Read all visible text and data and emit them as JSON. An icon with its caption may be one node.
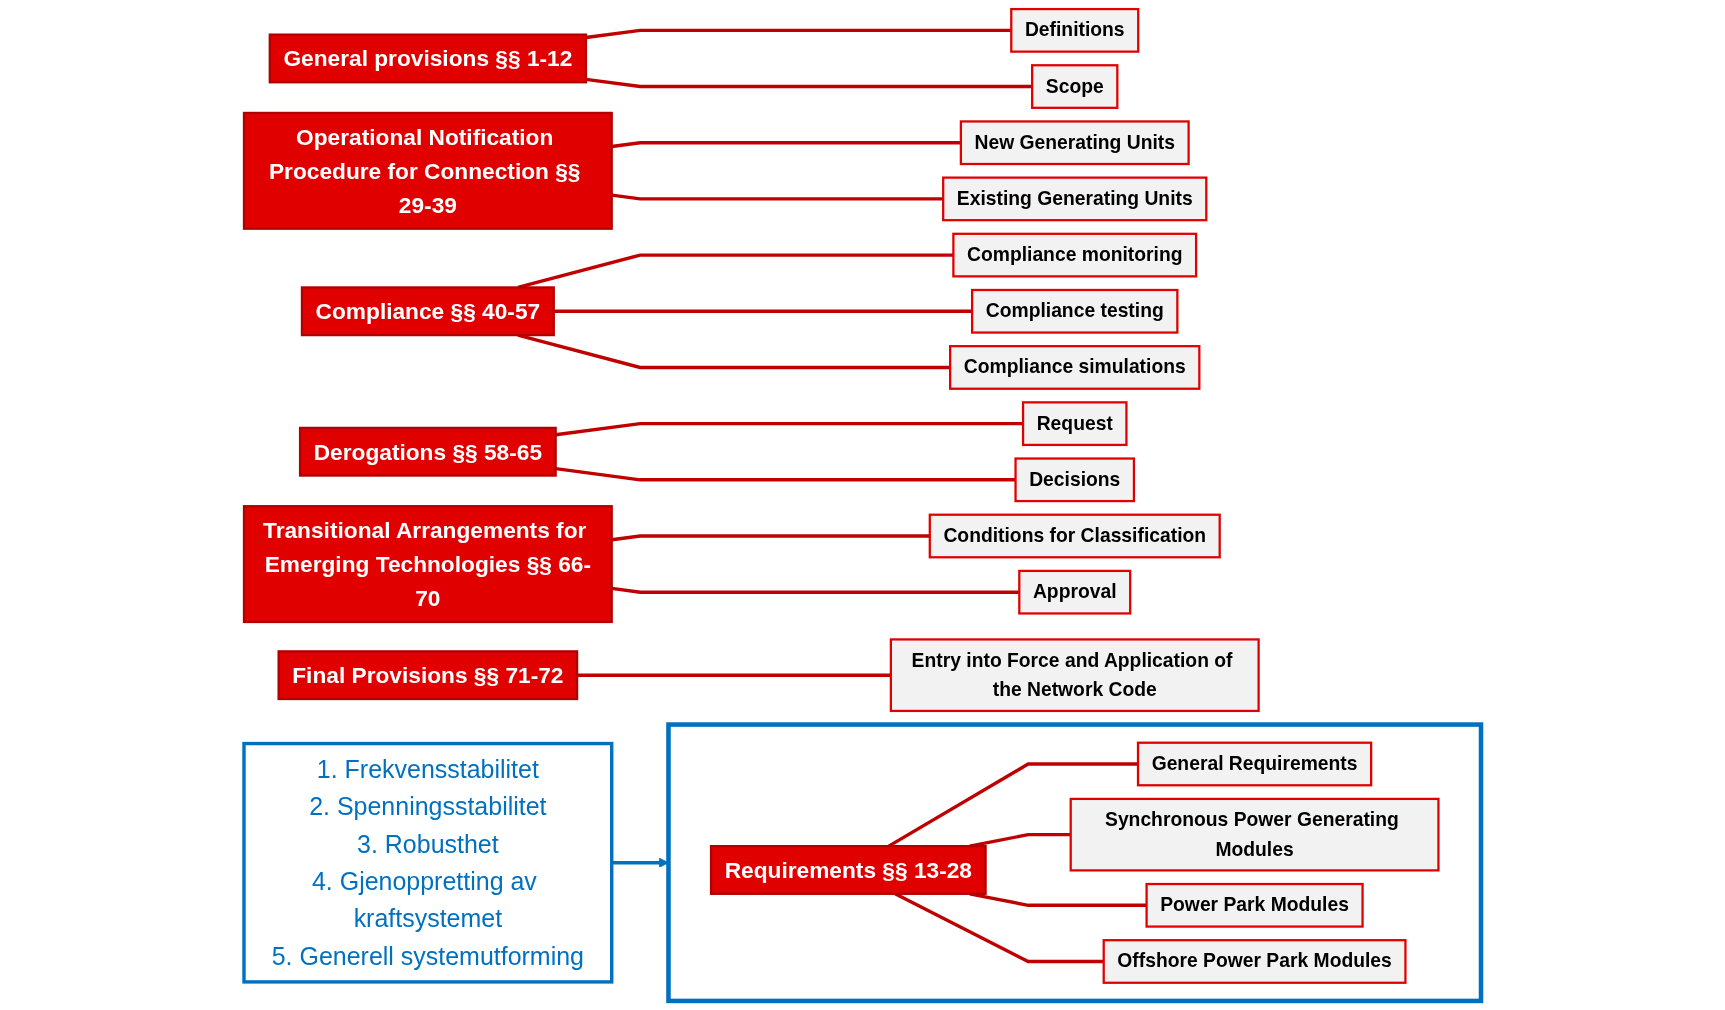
{
  "diagram": {
    "nodes": [
      {
        "text": [
          "General provisions §§ 1-12"
        ]
      },
      {
        "text": [
          "Definitions"
        ]
      },
      {
        "text": [
          "Scope"
        ]
      },
      {
        "text": [],
        "shape": "box"
      },
      {
        "text": [
          "Requirements §§ 13-28"
        ],
        "in": 3
      },
      {
        "text": [
          "General Requirements"
        ],
        "in": 3
      },
      {
        "text": [
          "Synchronous Power Generating Modules"
        ],
        "in": 3
      },
      {
        "text": [
          "Power Park Modules"
        ],
        "in": 3
      },
      {
        "text": [
          "Offshore Power Park Modules"
        ],
        "in": 3
      },
      {
        "text": [
          "Operational Notification Procedure for Connection §§ 29-39"
        ]
      },
      {
        "text": [
          "New Generating Units"
        ]
      },
      {
        "text": [
          "Existing Generating Units"
        ]
      },
      {
        "text": [
          "Compliance §§ 40-57"
        ]
      },
      {
        "text": [
          "Compliance monitoring"
        ]
      },
      {
        "text": [
          "Compliance testing"
        ]
      },
      {
        "text": [
          "Compliance simulations"
        ]
      },
      {
        "text": [
          "Derogations §§ 58-65"
        ]
      },
      {
        "text": [
          "Request"
        ]
      },
      {
        "text": [
          "Decisions"
        ]
      },
      {
        "text": [
          "Transitional Arrangements for Emerging Technologies §§ 66-70"
        ]
      },
      {
        "text": [
          "Conditions for Classification"
        ]
      },
      {
        "text": [
          "Approval"
        ]
      },
      {
        "text": [
          "Final Provisions §§ 71-72"
        ]
      },
      {
        "text": [
          "Entry into Force and Application of the Network Code"
        ]
      },
      {
        "text": [
          "1. Frekvensstabilitet",
          "2. Spenningsstabilitet",
          "3. Robusthet",
          "4. Gjenoppretting av kraftsystemet",
          "5. Generell systemutforming"
        ]
      }
    ],
    "edges": [
      {
        "from": 0,
        "to": 1,
        "arrow": "none"
      },
      {
        "from": 0,
        "to": 2,
        "arrow": "none"
      },
      {
        "from": 4,
        "to": 5,
        "arrow": "none"
      },
      {
        "from": 4,
        "to": 6,
        "arrow": "none"
      },
      {
        "from": 4,
        "to": 7,
        "arrow": "none"
      },
      {
        "from": 4,
        "to": 8,
        "arrow": "none"
      },
      {
        "from": 9,
        "to": 10,
        "arrow": "none"
      },
      {
        "from": 9,
        "to": 11,
        "arrow": "none"
      },
      {
        "from": 12,
        "to": 13,
        "arrow": "none"
      },
      {
        "from": 12,
        "to": 14,
        "arrow": "none"
      },
      {
        "from": 12,
        "to": 15,
        "arrow": "none"
      },
      {
        "from": 16,
        "to": 17,
        "arrow": "none"
      },
      {
        "from": 16,
        "to": 18,
        "arrow": "none"
      },
      {
        "from": 19,
        "to": 20,
        "arrow": "none"
      },
      {
        "from": 19,
        "to": 21,
        "arrow": "none"
      },
      {
        "from": 22,
        "to": 23,
        "arrow": "none"
      },
      {
        "from": 24,
        "to": 3,
        "arrow": "to",
        "color": "#0070c0"
      }
    ]
  }
}
